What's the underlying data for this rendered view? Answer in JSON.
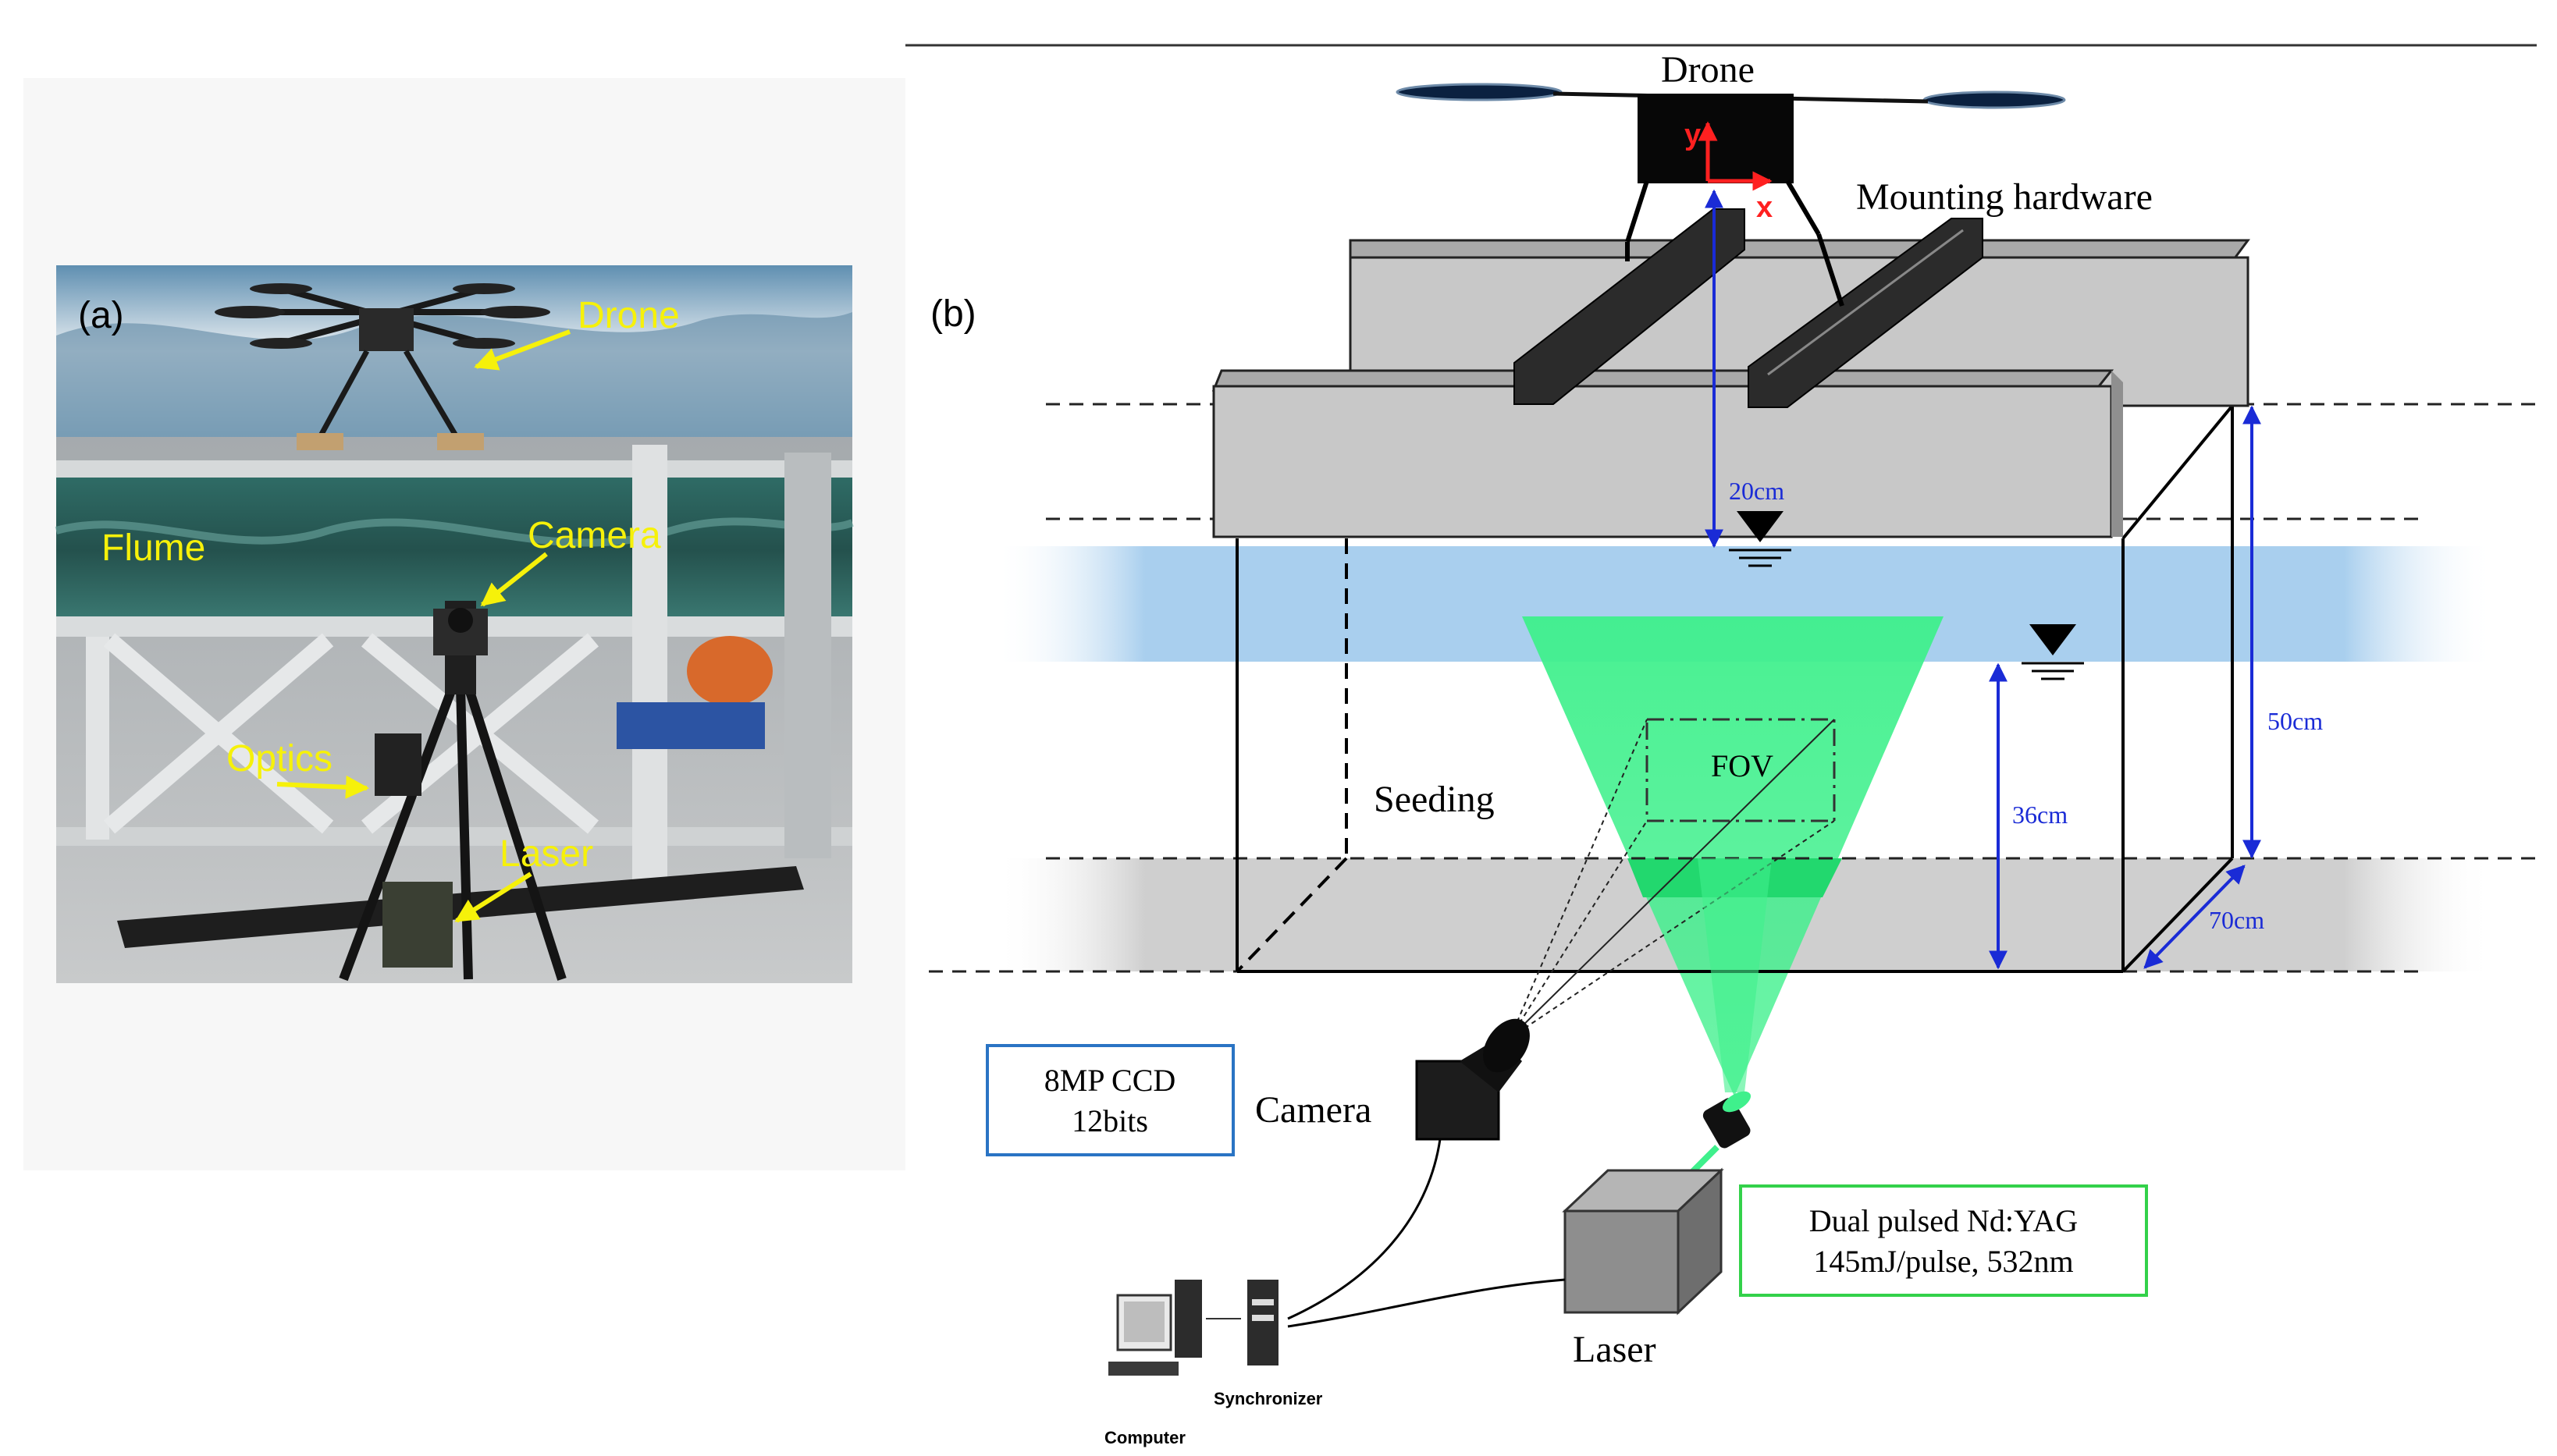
{
  "panel_a": {
    "tag": "(a)",
    "labels": {
      "drone": "Drone",
      "flume": "Flume",
      "camera": "Camera",
      "optics": "Optics",
      "laser": "Laser"
    }
  },
  "panel_b": {
    "tag": "(b)",
    "drone": "Drone",
    "axis_y": "y",
    "axis_x": "x",
    "mounting": "Mounting hardware",
    "seeding": "Seeding",
    "fov": "FOV",
    "dims": {
      "d20": "20cm",
      "d36": "36cm",
      "d50": "50cm",
      "d70": "70cm"
    },
    "camera_label": "Camera",
    "camera_spec": [
      "8MP CCD",
      "12bits"
    ],
    "laser_label": "Laser",
    "laser_spec": [
      "Dual pulsed Nd:YAG",
      "145mJ/pulse, 532nm"
    ],
    "computer": "Computer",
    "synchronizer": "Synchronizer"
  },
  "colors": {
    "water": "#9cc8ec",
    "laser_sheet": "#3ff08c",
    "box": "#c8c8c8",
    "dim_blue": "#1a2bd6",
    "label_yellow": "#f6f10a",
    "camera_box_border": "#2a74c4",
    "laser_box_border": "#33d14a",
    "axis_red": "#ff2020"
  }
}
